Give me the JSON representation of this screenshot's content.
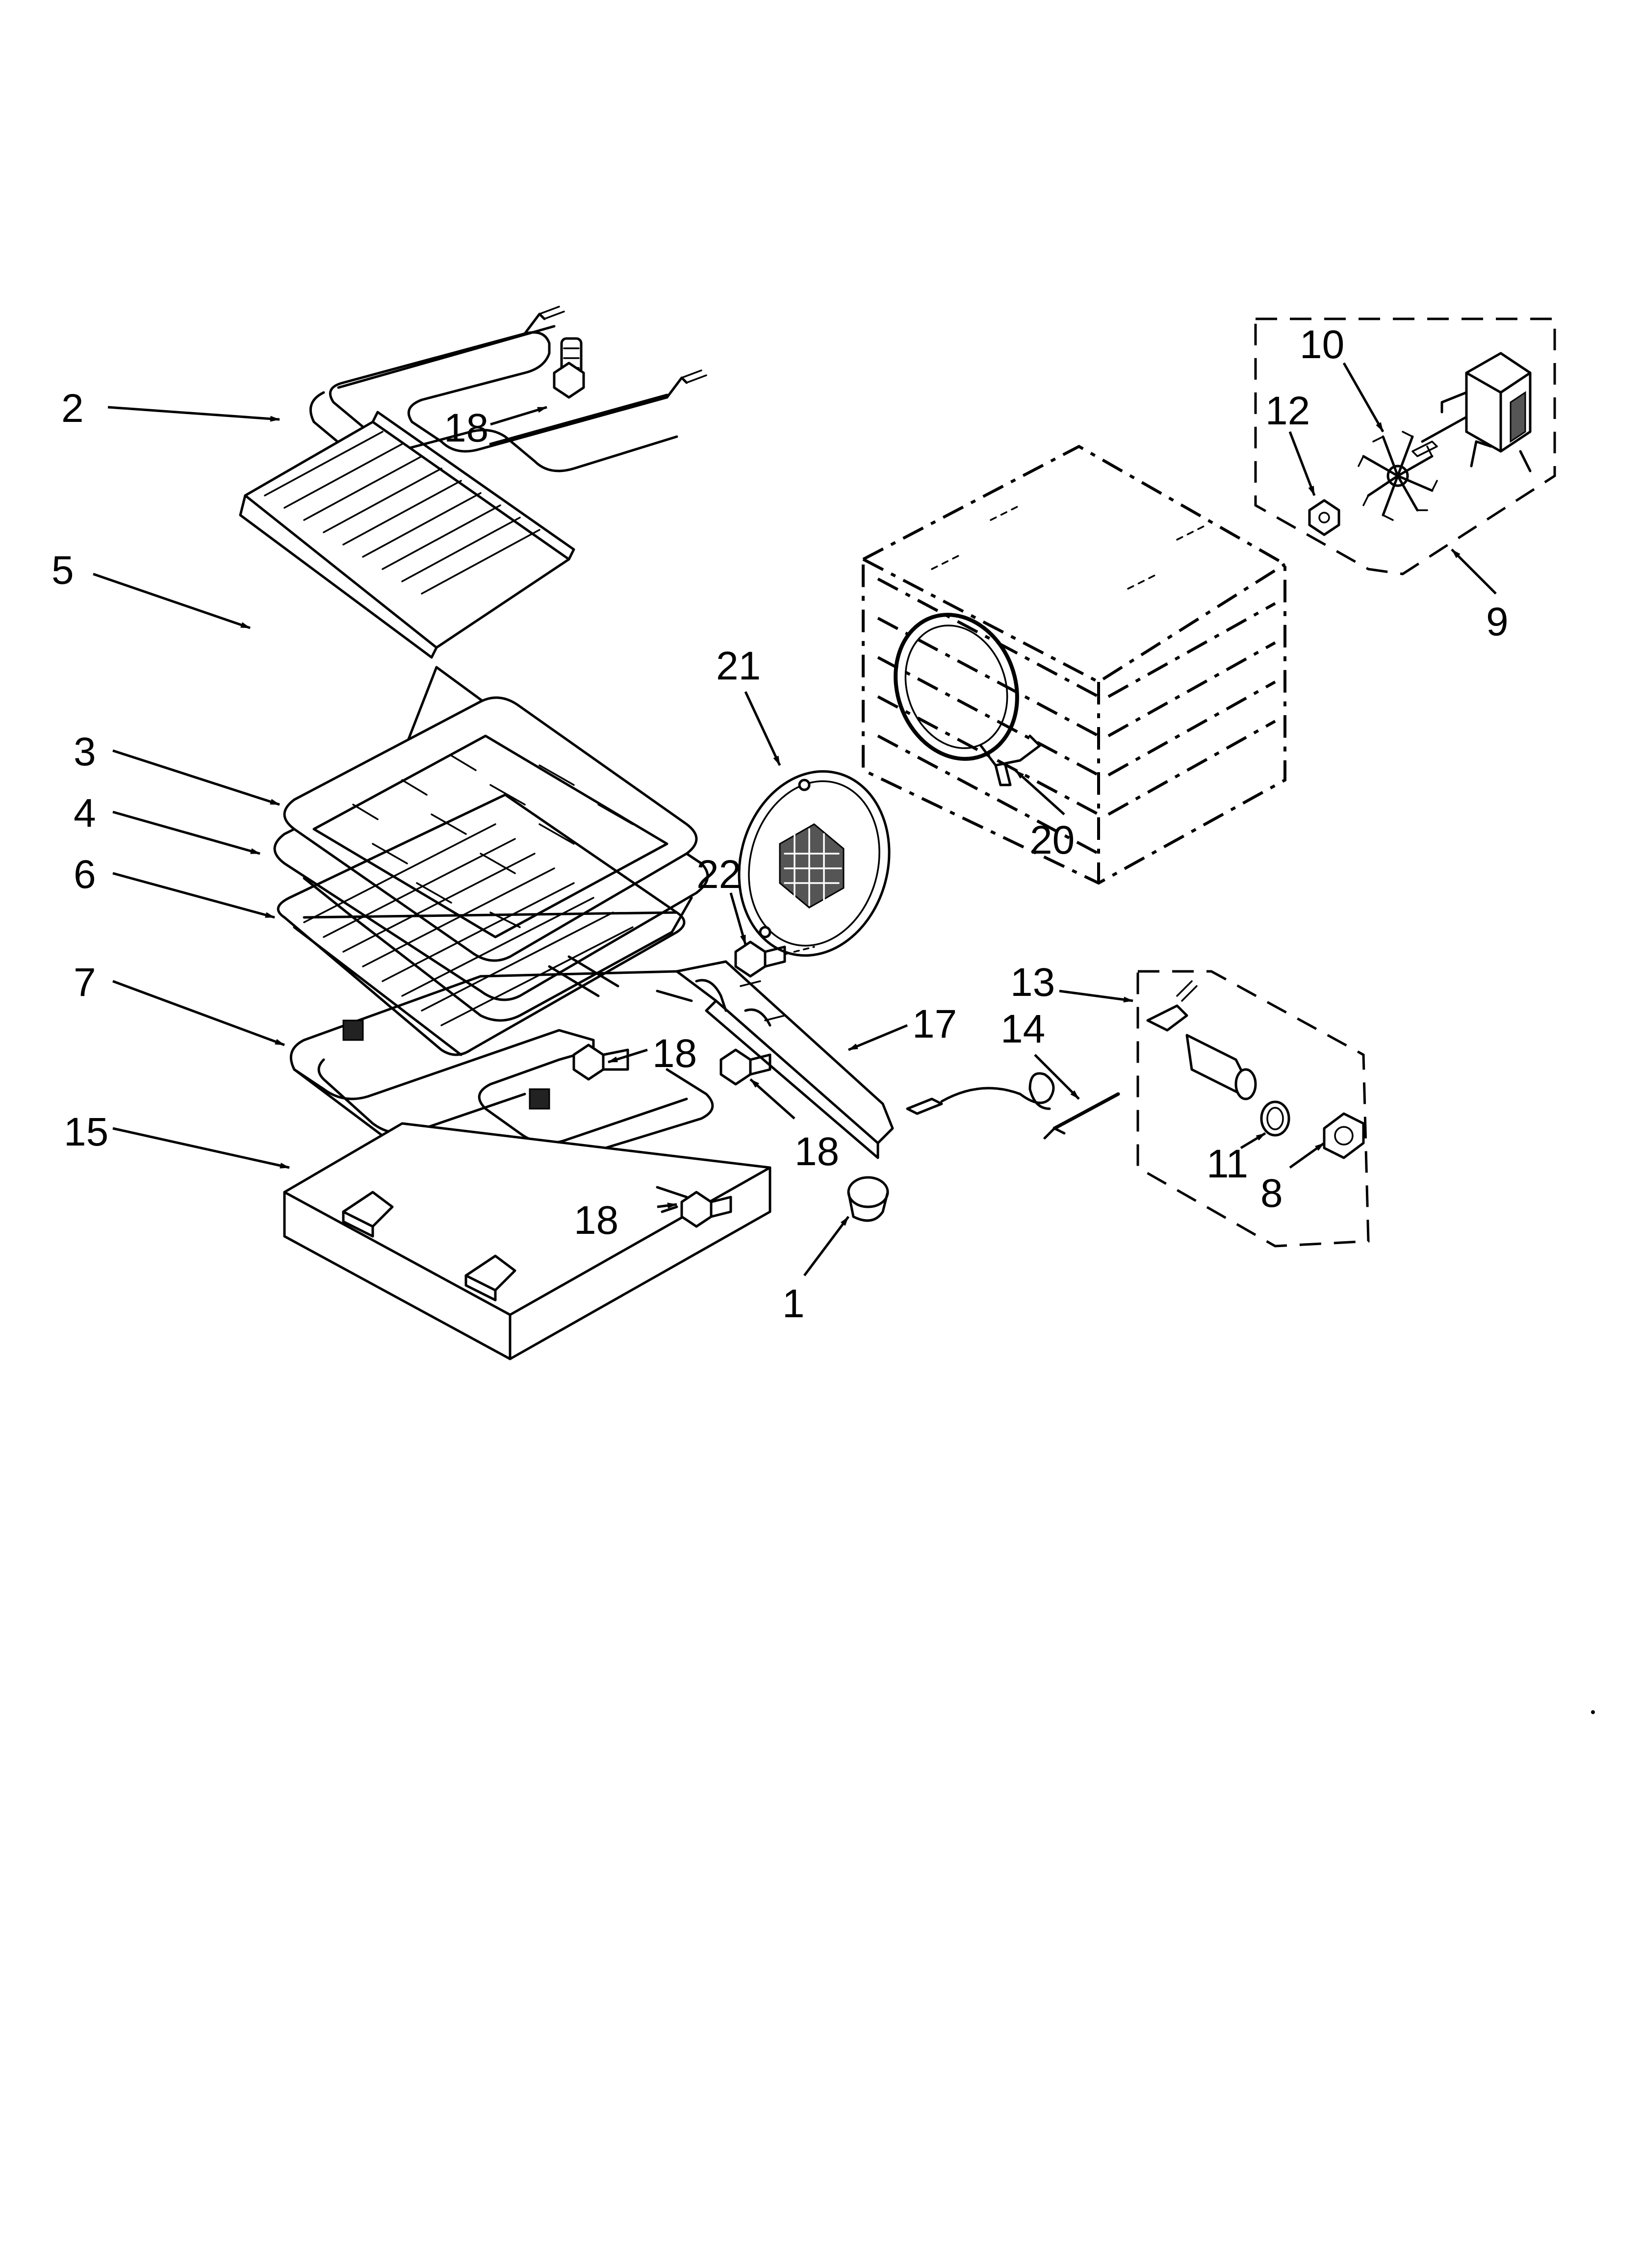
{
  "diagram": {
    "callouts": [
      {
        "id": "2",
        "label": "2"
      },
      {
        "id": "18a",
        "label": "18"
      },
      {
        "id": "5",
        "label": "5"
      },
      {
        "id": "3",
        "label": "3"
      },
      {
        "id": "4",
        "label": "4"
      },
      {
        "id": "6",
        "label": "6"
      },
      {
        "id": "7",
        "label": "7"
      },
      {
        "id": "15",
        "label": "15"
      },
      {
        "id": "18b",
        "label": "18"
      },
      {
        "id": "18c",
        "label": "18"
      },
      {
        "id": "18d",
        "label": "18"
      },
      {
        "id": "21",
        "label": "21"
      },
      {
        "id": "22",
        "label": "22"
      },
      {
        "id": "17",
        "label": "17"
      },
      {
        "id": "1",
        "label": "1"
      },
      {
        "id": "20",
        "label": "20"
      },
      {
        "id": "10",
        "label": "10"
      },
      {
        "id": "12",
        "label": "12"
      },
      {
        "id": "9",
        "label": "9"
      },
      {
        "id": "13",
        "label": "13"
      },
      {
        "id": "14",
        "label": "14"
      },
      {
        "id": "11",
        "label": "11"
      },
      {
        "id": "8",
        "label": "8"
      }
    ]
  }
}
